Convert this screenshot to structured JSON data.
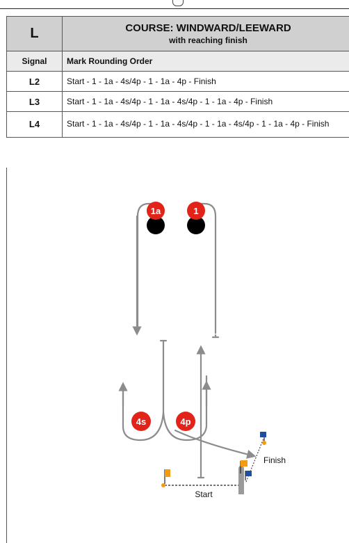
{
  "header": {
    "code": "L",
    "course_title": "COURSE: WINDWARD/LEEWARD",
    "course_subtitle": "with reaching finish"
  },
  "columns": {
    "signal": "Signal",
    "order": "Mark Rounding Order"
  },
  "rows": [
    {
      "signal": "L2",
      "order": "Start - 1 - 1a - 4s/4p - 1 - 1a - 4p - Finish"
    },
    {
      "signal": "L3",
      "order": "Start - 1 - 1a - 4s/4p - 1 - 1a - 4s/4p - 1 - 1a - 4p - Finish"
    },
    {
      "signal": "L4",
      "order": "Start - 1 - 1a - 4s/4p - 1 - 1a - 4s/4p - 1 - 1a - 4s/4p - 1 - 1a - 4p - Finish"
    }
  ],
  "diagram": {
    "marks": {
      "m1a": "1a",
      "m1": "1",
      "m4s": "4s",
      "m4p": "4p"
    },
    "labels": {
      "finish": "Finish",
      "start": "Start"
    },
    "colors": {
      "mark_red": "#e2231a",
      "mark_black": "#000000",
      "path_gray": "#8c8c8c",
      "flag_orange": "#f39c12",
      "flag_blue": "#1f4e9a"
    }
  }
}
